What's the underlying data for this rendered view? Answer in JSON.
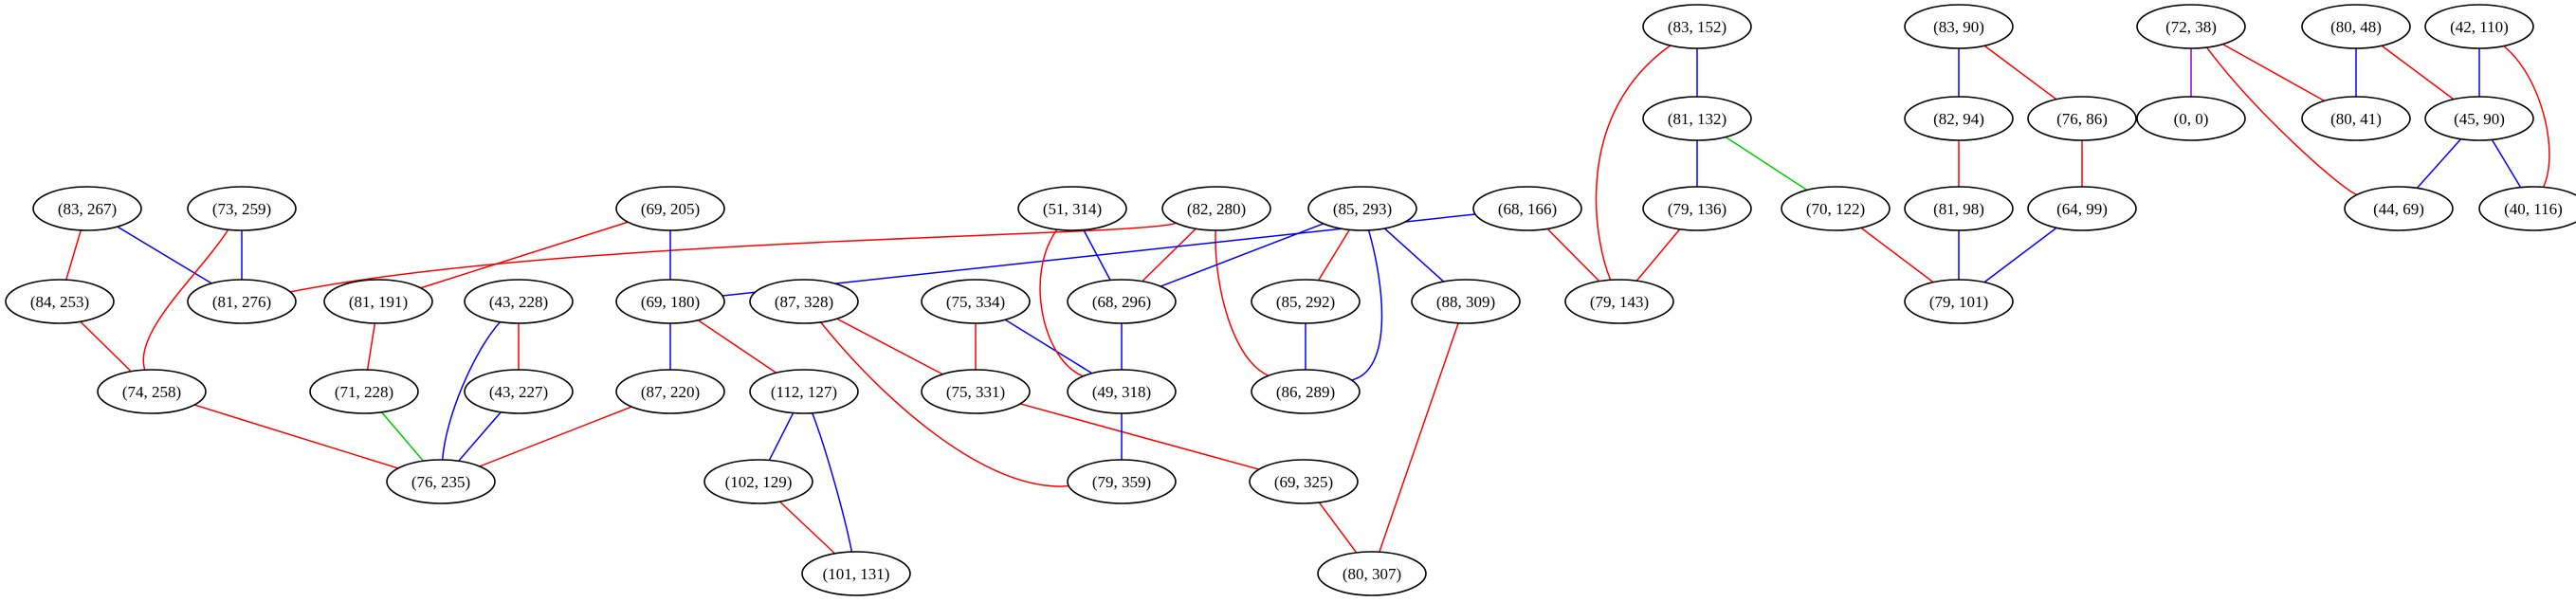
{
  "colors": {
    "red": "#ff0000",
    "blue": "#0000ff",
    "green": "#00cc00",
    "purple": "#9400d3",
    "node_stroke": "#000000",
    "background": "#ffffff"
  },
  "nodes": [
    {
      "id": "n83_152",
      "label": "(83, 152)"
    },
    {
      "id": "n83_90",
      "label": "(83, 90)"
    },
    {
      "id": "n72_38",
      "label": "(72, 38)"
    },
    {
      "id": "n80_48",
      "label": "(80, 48)"
    },
    {
      "id": "n42_110",
      "label": "(42, 110)"
    },
    {
      "id": "n81_132",
      "label": "(81, 132)"
    },
    {
      "id": "n82_94",
      "label": "(82, 94)"
    },
    {
      "id": "n76_86",
      "label": "(76, 86)"
    },
    {
      "id": "n0_0",
      "label": "(0, 0)"
    },
    {
      "id": "n80_41",
      "label": "(80, 41)"
    },
    {
      "id": "n45_90",
      "label": "(45, 90)"
    },
    {
      "id": "n83_267",
      "label": "(83, 267)"
    },
    {
      "id": "n73_259",
      "label": "(73, 259)"
    },
    {
      "id": "n69_205",
      "label": "(69, 205)"
    },
    {
      "id": "n51_314",
      "label": "(51, 314)"
    },
    {
      "id": "n82_280",
      "label": "(82, 280)"
    },
    {
      "id": "n85_293",
      "label": "(85, 293)"
    },
    {
      "id": "n68_166",
      "label": "(68, 166)"
    },
    {
      "id": "n79_136",
      "label": "(79, 136)"
    },
    {
      "id": "n70_122",
      "label": "(70, 122)"
    },
    {
      "id": "n81_98",
      "label": "(81, 98)"
    },
    {
      "id": "n64_99",
      "label": "(64, 99)"
    },
    {
      "id": "n44_69",
      "label": "(44, 69)"
    },
    {
      "id": "n40_116",
      "label": "(40, 116)"
    },
    {
      "id": "n84_253",
      "label": "(84, 253)"
    },
    {
      "id": "n81_276",
      "label": "(81, 276)"
    },
    {
      "id": "n81_191",
      "label": "(81, 191)"
    },
    {
      "id": "n43_228",
      "label": "(43, 228)"
    },
    {
      "id": "n69_180",
      "label": "(69, 180)"
    },
    {
      "id": "n87_328",
      "label": "(87, 328)"
    },
    {
      "id": "n75_334",
      "label": "(75, 334)"
    },
    {
      "id": "n68_296",
      "label": "(68, 296)"
    },
    {
      "id": "n85_292",
      "label": "(85, 292)"
    },
    {
      "id": "n88_309",
      "label": "(88, 309)"
    },
    {
      "id": "n79_143",
      "label": "(79, 143)"
    },
    {
      "id": "n79_101",
      "label": "(79, 101)"
    },
    {
      "id": "n74_258",
      "label": "(74, 258)"
    },
    {
      "id": "n71_228",
      "label": "(71, 228)"
    },
    {
      "id": "n43_227",
      "label": "(43, 227)"
    },
    {
      "id": "n87_220",
      "label": "(87, 220)"
    },
    {
      "id": "n112_127",
      "label": "(112, 127)"
    },
    {
      "id": "n75_331",
      "label": "(75, 331)"
    },
    {
      "id": "n49_318",
      "label": "(49, 318)"
    },
    {
      "id": "n86_289",
      "label": "(86, 289)"
    },
    {
      "id": "n76_235",
      "label": "(76, 235)"
    },
    {
      "id": "n102_129",
      "label": "(102, 129)"
    },
    {
      "id": "n79_359",
      "label": "(79, 359)"
    },
    {
      "id": "n69_325",
      "label": "(69, 325)"
    },
    {
      "id": "n101_131",
      "label": "(101, 131)"
    },
    {
      "id": "n80_307",
      "label": "(80, 307)"
    }
  ],
  "edges": [
    {
      "from": "n83_152",
      "to": "n81_132",
      "color": "blue"
    },
    {
      "from": "n83_152",
      "to": "n79_143",
      "color": "red"
    },
    {
      "from": "n81_132",
      "to": "n79_136",
      "color": "blue"
    },
    {
      "from": "n81_132",
      "to": "n70_122",
      "color": "green"
    },
    {
      "from": "n79_136",
      "to": "n79_143",
      "color": "red"
    },
    {
      "from": "n70_122",
      "to": "n79_101",
      "color": "red"
    },
    {
      "from": "n83_90",
      "to": "n82_94",
      "color": "blue"
    },
    {
      "from": "n83_90",
      "to": "n76_86",
      "color": "red"
    },
    {
      "from": "n82_94",
      "to": "n81_98",
      "color": "red"
    },
    {
      "from": "n76_86",
      "to": "n64_99",
      "color": "red"
    },
    {
      "from": "n81_98",
      "to": "n79_101",
      "color": "blue"
    },
    {
      "from": "n64_99",
      "to": "n79_101",
      "color": "blue"
    },
    {
      "from": "n72_38",
      "to": "n0_0",
      "color": "purple"
    },
    {
      "from": "n72_38",
      "to": "n80_41",
      "color": "red"
    },
    {
      "from": "n72_38",
      "to": "n44_69",
      "color": "red"
    },
    {
      "from": "n80_48",
      "to": "n80_41",
      "color": "blue"
    },
    {
      "from": "n80_48",
      "to": "n45_90",
      "color": "red"
    },
    {
      "from": "n42_110",
      "to": "n45_90",
      "color": "blue"
    },
    {
      "from": "n42_110",
      "to": "n40_116",
      "color": "red"
    },
    {
      "from": "n45_90",
      "to": "n44_69",
      "color": "blue"
    },
    {
      "from": "n45_90",
      "to": "n40_116",
      "color": "blue"
    },
    {
      "from": "n83_267",
      "to": "n84_253",
      "color": "red"
    },
    {
      "from": "n83_267",
      "to": "n81_276",
      "color": "blue"
    },
    {
      "from": "n73_259",
      "to": "n81_276",
      "color": "blue"
    },
    {
      "from": "n73_259",
      "to": "n74_258",
      "color": "red"
    },
    {
      "from": "n84_253",
      "to": "n74_258",
      "color": "red"
    },
    {
      "from": "n74_258",
      "to": "n76_235",
      "color": "red"
    },
    {
      "from": "n82_280",
      "to": "n81_276",
      "color": "red"
    },
    {
      "from": "n82_280",
      "to": "n68_296",
      "color": "red"
    },
    {
      "from": "n82_280",
      "to": "n86_289",
      "color": "red"
    },
    {
      "from": "n69_205",
      "to": "n81_191",
      "color": "red"
    },
    {
      "from": "n69_205",
      "to": "n69_180",
      "color": "blue"
    },
    {
      "from": "n81_191",
      "to": "n71_228",
      "color": "red"
    },
    {
      "from": "n71_228",
      "to": "n76_235",
      "color": "green"
    },
    {
      "from": "n43_228",
      "to": "n76_235",
      "color": "blue"
    },
    {
      "from": "n43_228",
      "to": "n43_227",
      "color": "red"
    },
    {
      "from": "n43_227",
      "to": "n76_235",
      "color": "blue"
    },
    {
      "from": "n87_220",
      "to": "n76_235",
      "color": "red"
    },
    {
      "from": "n69_180",
      "to": "n87_220",
      "color": "blue"
    },
    {
      "from": "n69_180",
      "to": "n112_127",
      "color": "red"
    },
    {
      "from": "n68_166",
      "to": "n69_180",
      "color": "blue"
    },
    {
      "from": "n68_166",
      "to": "n79_143",
      "color": "red"
    },
    {
      "from": "n112_127",
      "to": "n102_129",
      "color": "blue"
    },
    {
      "from": "n112_127",
      "to": "n101_131",
      "color": "blue"
    },
    {
      "from": "n102_129",
      "to": "n101_131",
      "color": "red"
    },
    {
      "from": "n87_328",
      "to": "n75_331",
      "color": "red"
    },
    {
      "from": "n87_328",
      "to": "n79_359",
      "color": "red"
    },
    {
      "from": "n75_334",
      "to": "n75_331",
      "color": "red"
    },
    {
      "from": "n75_334",
      "to": "n49_318",
      "color": "blue"
    },
    {
      "from": "n75_331",
      "to": "n69_325",
      "color": "red"
    },
    {
      "from": "n51_314",
      "to": "n68_296",
      "color": "blue"
    },
    {
      "from": "n51_314",
      "to": "n49_318",
      "color": "red"
    },
    {
      "from": "n68_296",
      "to": "n49_318",
      "color": "blue"
    },
    {
      "from": "n49_318",
      "to": "n79_359",
      "color": "blue"
    },
    {
      "from": "n85_293",
      "to": "n68_296",
      "color": "blue"
    },
    {
      "from": "n85_293",
      "to": "n85_292",
      "color": "red"
    },
    {
      "from": "n85_293",
      "to": "n86_289",
      "color": "blue"
    },
    {
      "from": "n85_293",
      "to": "n88_309",
      "color": "blue"
    },
    {
      "from": "n85_292",
      "to": "n86_289",
      "color": "blue"
    },
    {
      "from": "n88_309",
      "to": "n80_307",
      "color": "red"
    },
    {
      "from": "n69_325",
      "to": "n80_307",
      "color": "red"
    }
  ]
}
